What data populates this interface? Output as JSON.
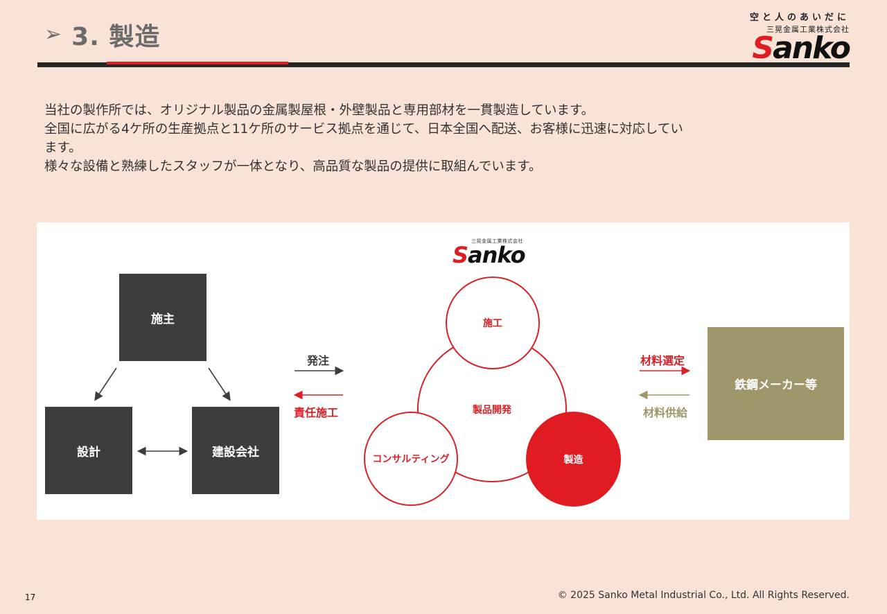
{
  "header": {
    "title": "3. 製造",
    "logo": {
      "tagline": "空と人のあいだに",
      "company": "三晃金属工業株式会社",
      "word_red": "S",
      "word_rest": "anko"
    }
  },
  "intro": {
    "lines": [
      "当社の製作所では、オリジナル製品の金属製屋根・外壁製品と専用部材を一貫製造しています。",
      "全国に広がる4ケ所の生産拠点と11ケ所のサービス拠点を通じて、日本全国へ配送、お客様に迅速に対応してい",
      "ます。",
      "様々な設備と熟練したスタッフが一体となり、高品質な製品の提供に取組んでいます。"
    ]
  },
  "diagram": {
    "boxes": {
      "owner": "施主",
      "design": "設計",
      "construction": "建設会社",
      "maker": "鉄鋼メーカー等"
    },
    "arrows_left": {
      "order": "発注",
      "responsibility": "責任施工"
    },
    "arrows_right": {
      "selection": "材料選定",
      "supply": "材料供給"
    },
    "center_logo": {
      "company": "三晃金属工業株式会社",
      "word_red": "S",
      "word_rest": "anko"
    },
    "circles": {
      "construction": "施工",
      "development": "製品開発",
      "consulting": "コンサルティング",
      "manufacturing": "製造"
    },
    "colors": {
      "red": "#e11b22",
      "dark": "#3d3d3d",
      "olive": "#9f976a"
    }
  },
  "footer": {
    "page": "17",
    "copyright": "© 2025 Sanko Metal Industrial Co., Ltd. All Rights Reserved."
  }
}
